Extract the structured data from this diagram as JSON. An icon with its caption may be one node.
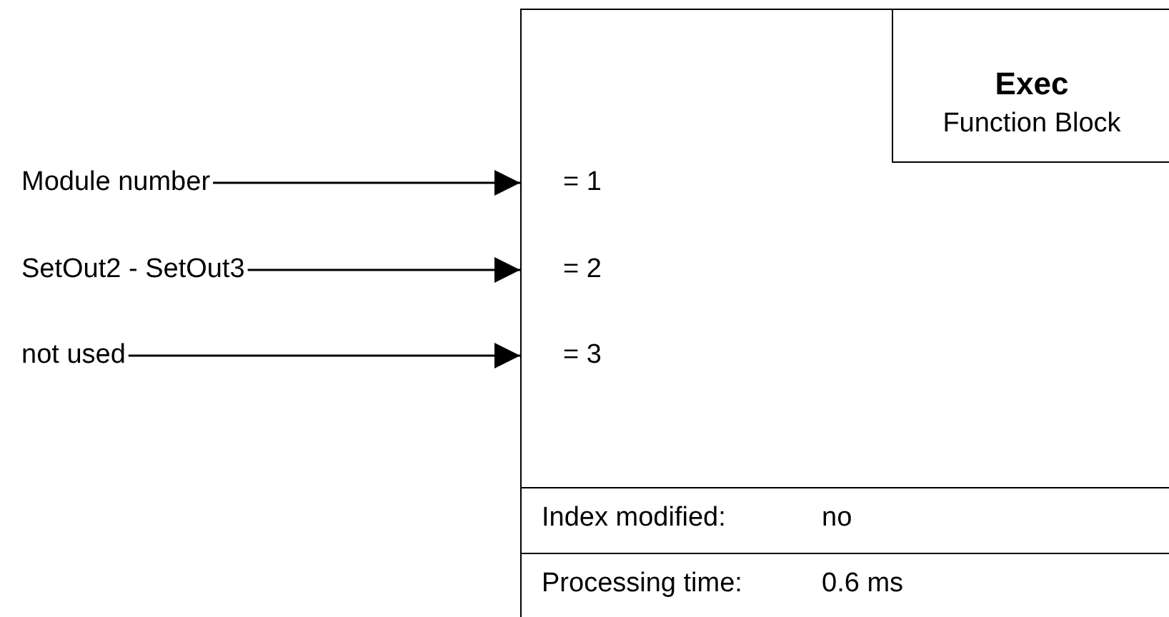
{
  "diagram": {
    "nodes": [
      {
        "text": [],
        "shape": "box"
      },
      {
        "text": [
          "Exec",
          "Function Block"
        ],
        "in": 0
      },
      {
        "text": [
          "Index modified:",
          "no"
        ],
        "in": 0
      },
      {
        "text": [
          "Processing time:",
          "0.6 ms"
        ],
        "in": 0
      },
      {
        "text": [
          "Module number"
        ]
      },
      {
        "text": [
          "SetOut2 - SetOut3"
        ]
      },
      {
        "text": [
          "not used"
        ]
      }
    ],
    "edges": [
      {
        "from": 4,
        "to": 0,
        "arrow": "to"
      },
      {
        "from": 5,
        "to": 0,
        "arrow": "to"
      },
      {
        "from": 6,
        "to": 0,
        "arrow": "to"
      }
    ],
    "labels": [
      "= 1",
      "= 2",
      "= 3"
    ]
  }
}
